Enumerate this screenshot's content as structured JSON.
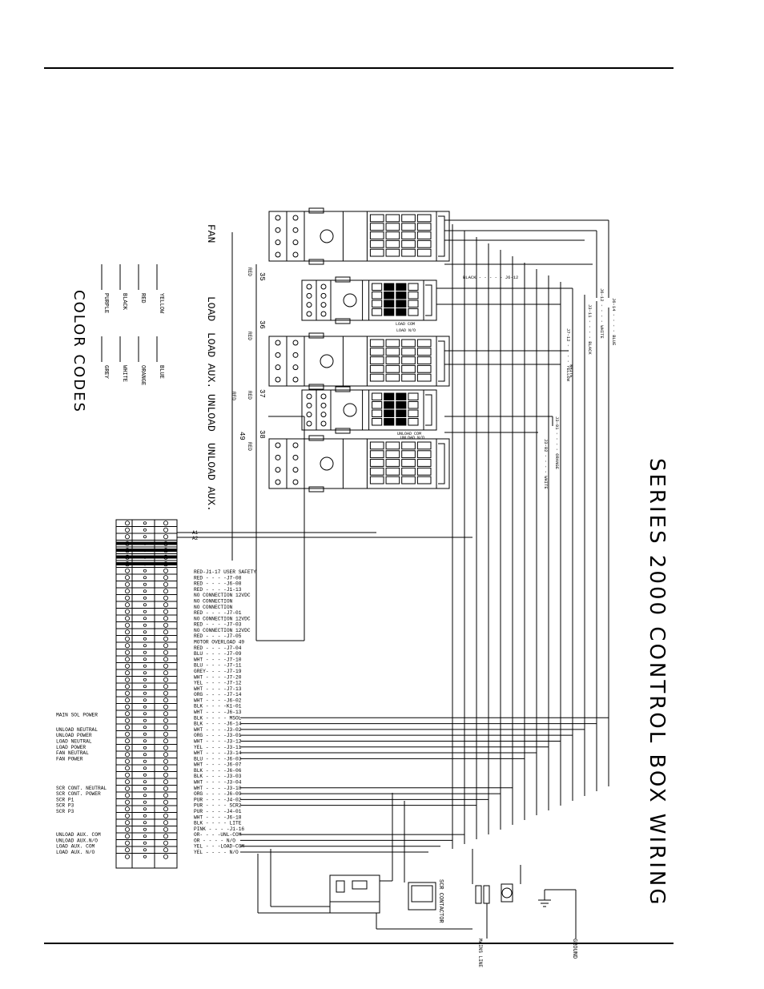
{
  "title": "SERIES 2000 CONTROL BOX WIRING",
  "color_codes": {
    "heading": "COLOR CODES",
    "entries": [
      "YELLOW",
      "RED",
      "BLACK",
      "PURPLE",
      "BLUE",
      "ORANGE",
      "WHITE",
      "GREY"
    ]
  },
  "contactors": [
    {
      "label": "FAN",
      "wire": "35"
    },
    {
      "label": "LOAD",
      "wire": "36"
    },
    {
      "label": "LOAD AUX.",
      "wire": "37"
    },
    {
      "label": "UNLOAD",
      "wire": "38"
    },
    {
      "label": "UNLOAD AUX.",
      "wire": "49"
    }
  ],
  "top_wires": [
    {
      "text": "BLACK - - - - - J6-12"
    },
    {
      "text": "J6-14 - - - - BLUE"
    },
    {
      "text": "J6-12 - - - - WHITE"
    },
    {
      "text": "J3-11 - - - - BLACK"
    },
    {
      "text": "J7-12 - - - - YELLOW"
    },
    {
      "text": "WHITE"
    },
    {
      "text": "J3-01 - - - - ORANGE"
    },
    {
      "text": "J3-02 - - - - WHITE"
    }
  ],
  "small_labels": [
    "LOAD N/O",
    "LOAD COM",
    "UNLOAD N/O",
    "UNLOAD COM",
    "A1",
    "A2"
  ],
  "wire_ref_labels": [
    "RED",
    "RED",
    "RED",
    "RED",
    "RED",
    "49"
  ],
  "terminal_labels": [
    "RED-J1-17  USER SAFETY",
    "RED - - - -J7-08",
    "RED - - - -J6-08",
    "RED - - - -J1-13",
    "NO CONNECTION 12VDC",
    "NO CONNECTION",
    "NO CONNECTION",
    "RED - - - -J7-01",
    "NO CONNECTION 12VDC",
    "RED - - - -J7-03",
    "NO CONNECTION 12VDC",
    "RED - - - -J7-05",
    "MOTOR OVERLOAD 49",
    "RED - - - -J7-04",
    "BLU - - - -J7-09",
    "WHT - - - -J7-10",
    "BLU - - - -J7-11",
    "GREY- - - -J7-19",
    "WHT - - - -J7-20",
    "YEL - - - -J7-12",
    "WHT - - - -J7-13",
    "ORG - - - -J7-14",
    "WHT - - - -J6-02",
    "BLK - - - -K1-01",
    "WHT - - - -J6-13",
    "BLK - - - - MSOL",
    "BLK - - - -J6-14",
    "WHT - - - -J3-02",
    "ORG - - - -J3-01",
    "WHT - - - -J3-12",
    "YEL - - - -J3-11",
    "WHT - - - -J3-14",
    "BLU - - - -J6-03",
    "WHT - - - -J6-07",
    "BLK - - - -J6-06",
    "BLK - - - -J3-03",
    "WHT - - - -J3-04",
    "WHT - - - -J3-18",
    "ORG - - - -J6-09",
    "PUR - - - -J4-02",
    "PUR - - - - SCR2",
    "PUR - - - -J4-01",
    "WHT - - - -J6-18",
    "BLK - - - - LITE",
    "PINK - - - -J1-16",
    "OR- - - -UNL-COM",
    "OR - - - - N/O",
    "YEL - - -LOAD-COM",
    "YEL - - - - N/O"
  ],
  "left_labels": [
    {
      "text": "MAIN SOL POWER",
      "row": 25
    },
    {
      "text": "UNLOAD NEUTRAL",
      "row": 27
    },
    {
      "text": "UNLOAD POWER",
      "row": 28
    },
    {
      "text": "LOAD NEUTRAL",
      "row": 29
    },
    {
      "text": "LOAD POWER",
      "row": 30
    },
    {
      "text": "FAN NEUTRAL",
      "row": 31
    },
    {
      "text": "FAN POWER",
      "row": 32
    },
    {
      "text": "SCR CONT. NEUTRAL",
      "row": 37
    },
    {
      "text": "SCR CONT. POWER",
      "row": 38
    },
    {
      "text": "SCR P1",
      "row": 39
    },
    {
      "text": "SCR P3",
      "row": 40
    },
    {
      "text": "SCR P3",
      "row": 41
    },
    {
      "text": "UNLOAD AUX. COM",
      "row": 45
    },
    {
      "text": "UNLOAD AUX.N/O",
      "row": 46
    },
    {
      "text": "LOAD AUX. COM",
      "row": 47
    },
    {
      "text": "LOAD AUX. N/O",
      "row": 48
    }
  ],
  "bottom_labels": {
    "scr": "SCR CONTACTOR",
    "ground": "GROUND",
    "mains": "MAINS LINE"
  }
}
